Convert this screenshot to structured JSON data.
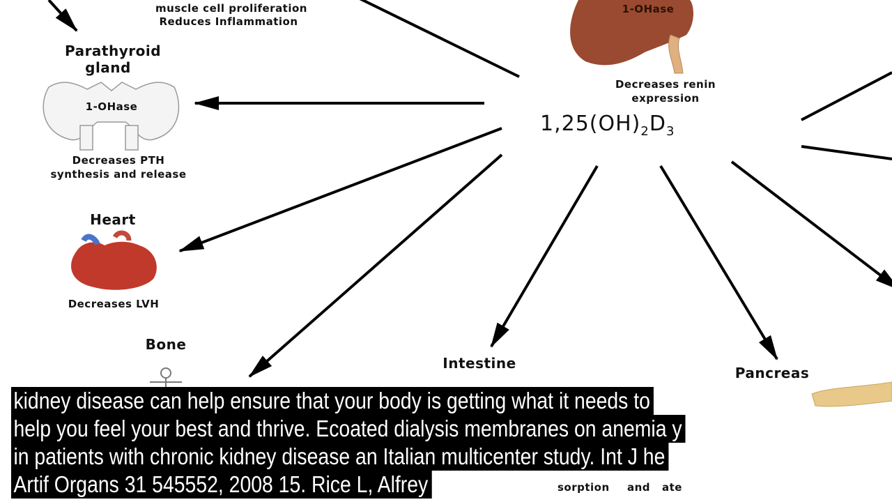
{
  "diagram": {
    "top_text": [
      "muscle cell proliferation",
      "Reduces Inflammation"
    ],
    "kidney": {
      "enzyme": "1-OHase",
      "effect": [
        "Decreases renin",
        "expression"
      ]
    },
    "hormone": {
      "base": "1,25(OH)",
      "sub1": "2",
      "mid": "D",
      "sub2": "3"
    },
    "parathyroid": {
      "title": [
        "Parathyroid",
        "gland"
      ],
      "enzyme": "1-OHase",
      "effect": [
        "Decreases PTH",
        "synthesis and release"
      ]
    },
    "heart": {
      "title": "Heart",
      "effect": "Decreases LVH"
    },
    "bone": {
      "title": "Bone"
    },
    "intestine": {
      "title": "Intestine",
      "partial": [
        "sorption",
        "and",
        "ate"
      ]
    },
    "pancreas": {
      "title": "Pancreas"
    }
  },
  "subtitles": [
    "kidney disease can help ensure that your body is getting what it needs to",
    "help you feel your best and thrive. Ecoated dialysis membranes on anemia y",
    "in patients with chronic kidney disease  an Italian multicenter study. Int J he",
    "Artif Organs 31 545552, 2008 15. Rice L, Alfrey"
  ],
  "colors": {
    "kidney": "#9a4a30",
    "pancreas": "#e8c98a",
    "subtitle_bg": "#000000",
    "subtitle_text": "#ffffff"
  }
}
